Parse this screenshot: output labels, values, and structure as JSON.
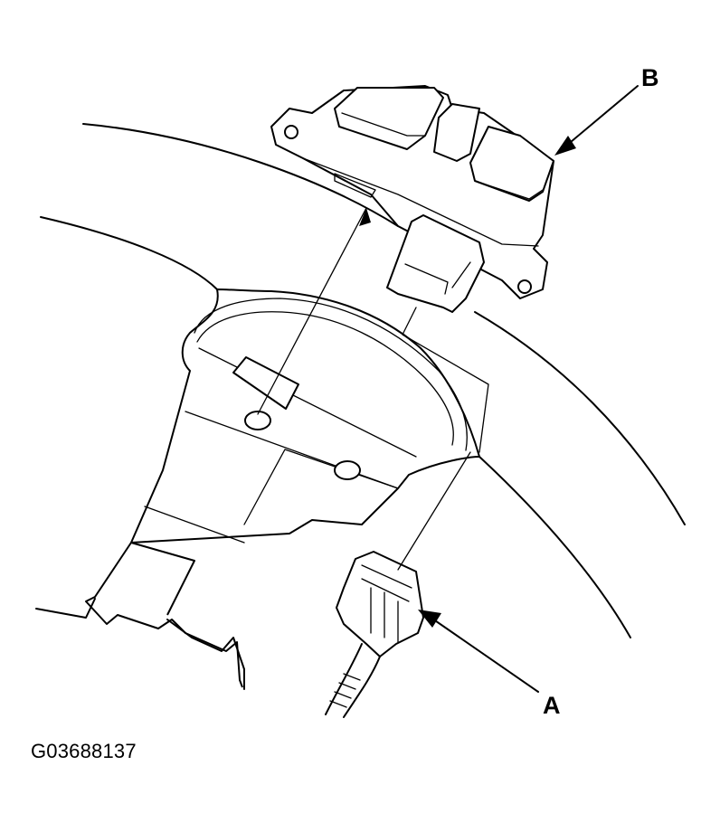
{
  "diagram": {
    "callouts": {
      "a": "A",
      "b": "B"
    },
    "figure_id": "G03688137"
  }
}
